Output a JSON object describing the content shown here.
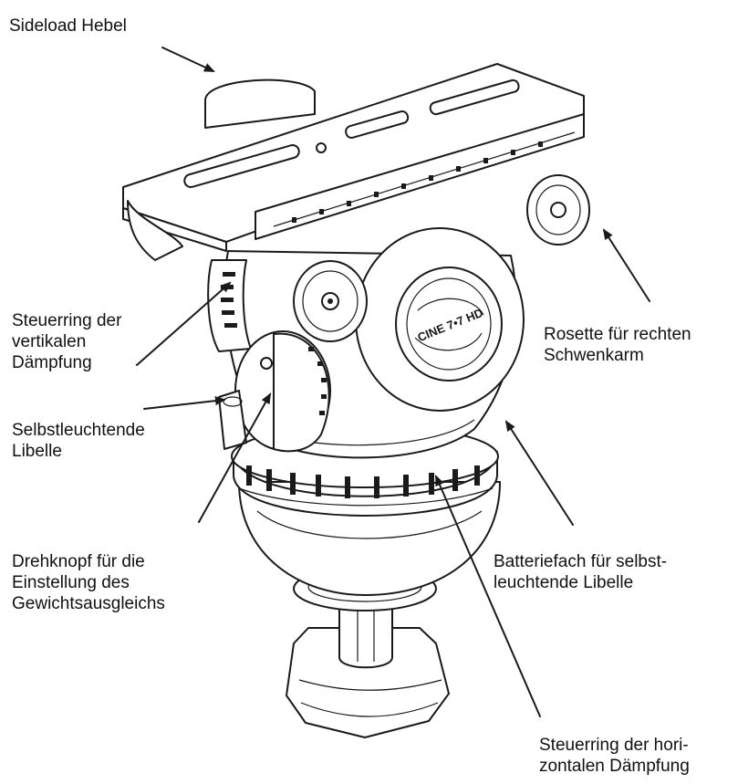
{
  "labels": {
    "sideload": "Sideload Hebel",
    "rosette_right": "Rosette für rechten\nSchwenkarm",
    "vertical_ring": "Steuerring der\nvertikalen\nDämpfung",
    "bubble": "Selbstleuchtende\nLibelle",
    "battery": "Batteriefach für selbst-\nleuchtende Libelle",
    "counterbalance": "Drehknopf für die\nEinstellung des\nGewichtsausgleichs",
    "horizontal_ring": "Steuerring der hori-\nzontalen Dämpfung"
  },
  "logo": "CINE 7•7 HD"
}
